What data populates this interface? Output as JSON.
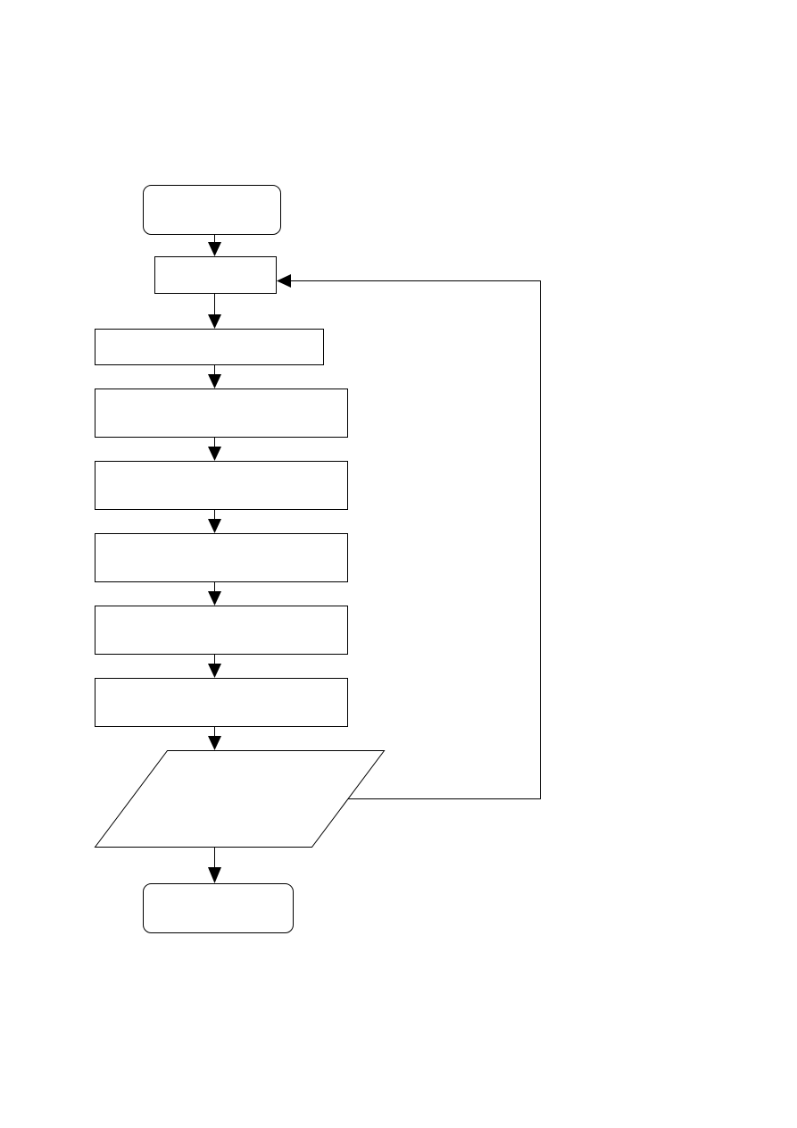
{
  "diagram": {
    "type": "flowchart",
    "nodes": [
      {
        "id": "start",
        "shape": "rounded-rectangle",
        "label": ""
      },
      {
        "id": "loop-step",
        "shape": "rectangle",
        "label": ""
      },
      {
        "id": "step-1",
        "shape": "rectangle",
        "label": ""
      },
      {
        "id": "step-2",
        "shape": "rectangle",
        "label": ""
      },
      {
        "id": "step-3",
        "shape": "rectangle",
        "label": ""
      },
      {
        "id": "step-4",
        "shape": "rectangle",
        "label": ""
      },
      {
        "id": "step-5",
        "shape": "rectangle",
        "label": ""
      },
      {
        "id": "step-6",
        "shape": "rectangle",
        "label": ""
      },
      {
        "id": "decision",
        "shape": "parallelogram",
        "label": ""
      },
      {
        "id": "end",
        "shape": "rounded-rectangle",
        "label": ""
      }
    ],
    "edges": [
      {
        "from": "start",
        "to": "loop-step"
      },
      {
        "from": "loop-step",
        "to": "step-1"
      },
      {
        "from": "step-1",
        "to": "step-2"
      },
      {
        "from": "step-2",
        "to": "step-3"
      },
      {
        "from": "step-3",
        "to": "step-4"
      },
      {
        "from": "step-4",
        "to": "step-5"
      },
      {
        "from": "step-5",
        "to": "step-6"
      },
      {
        "from": "step-6",
        "to": "decision"
      },
      {
        "from": "decision",
        "to": "end"
      },
      {
        "from": "decision",
        "to": "loop-step",
        "route": "loop-back"
      }
    ],
    "colors": {
      "stroke": "#000000",
      "fill": "#ffffff",
      "background": "#ffffff"
    }
  }
}
